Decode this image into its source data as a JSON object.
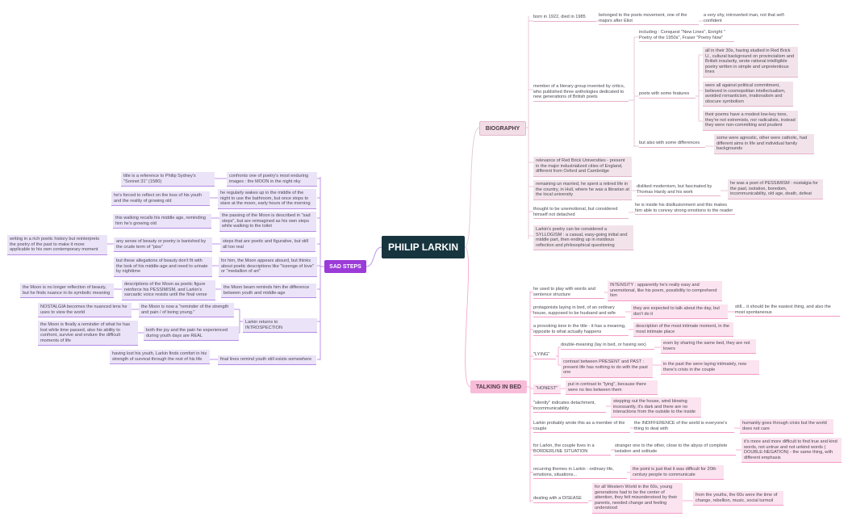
{
  "title": "PHILIP LARKIN",
  "branches": {
    "biography": {
      "label": "BIOGRAPHY",
      "color": "#e7c4d6",
      "nodes": [
        "born in 1922, died in 1985",
        "belonged to the poets movement, one of the majors after Eliot",
        "a very shy, introverted man, not that self-confident",
        "member of a literary group invented by critics, who published three anthologies dedicated to new generations of British poets",
        "including : Conquest \"New Lines\", Enright \" Poetry of the 1950s\", Fraser \"Poetry Now\"",
        "poets with some features",
        "all in their 30s, having studied in Red Brick U., cultural background on provincialism and British insularity, wrote rational intelligible poetry written in simple and unpretentious lines",
        "were all against political commitment, believed in cosmopolitan intellectualism, avoided romanticism, irrationalism and obscure symbolism",
        "their poems have a modest low-key tone, they're not extremists, nor radicalists, instead they were non-committing and prudent",
        "but also with some differences",
        "some were agnostic, other were catholic, had different aims in life and individual family backgrounds",
        "relevance of Red Brick Universities - present in the major industrialized cities of England, different from Oxford and Cambridge",
        "remaining un married, he spent a retired life in the country, in Hull, where he was a librarian at the local university",
        "disliked modernism, but fascinated by Thomas Hardy and his work",
        "he was a poet of PESSIMISM : nostalgia for the past, isolation, boredom, incommunicability, old age, death, defeat",
        "thought to be unemotional, but considered himself not detached",
        "he is inside his disillusionment and this makes him able to convey strong emotions to the reader",
        "Larkin's poetry can be considered a SYLLOGISM : a casual, easy-going initial and middle part, then ending up in insidious reflection and philosophical questioning"
      ]
    },
    "talking_in_bed": {
      "label": "TALKING IN BED",
      "color": "#f7a9cf",
      "nodes": [
        "he used to play with words and sentence structure",
        "INTENSITY : apparently he's really easy and unemotional, like his poem, possibility to comprehend him",
        "protagonists laying in bed, of an ordinary house, supposed to be husband and wife",
        "they are expected to talk about the day, but don't do it",
        "still... it should be the easiest thing, and also the most spontaneous",
        "a provoking tone in the title - it has a meaning, opposite to what actually happens",
        "description of the most intimate moment, in the most intimate place",
        "\"LYING\"",
        "double-meaning (lay in bed, or having sex)",
        "even by sharing the same bed, they are not lovers",
        "contrast between PRESENT and PAST : present life has nothing to do with the past one",
        "in the past the were laying intimately, now there's crisis in the couple",
        "\"HONEST\"",
        "put in contrast to \"lying\", because there were no lies between them",
        "\"silently\" indicates detachment, incommunicability",
        "stepping out the house, wind blowing incessantly, it's dark and there are no interactions from the outside to the inside",
        "Larkin probably wrote this as a member of the couple",
        "the INDIFFERENCE of the world is everyone's thing to deal with",
        "humanity goes through crisis but the world does not care",
        "for Larkin, the couple lives in a BORDERLINE SITUATION",
        "stranger one to the other, close to the abyss of complete isolation and solitude",
        "it's more and more difficult to find true and kind words, not untrue and not unkind words ( DOUBLE-NEGATION) - the same thing, with different emphasis",
        "recurring themes in Larkin : ordinary life, emotions, situations...",
        "the point is just that it was difficult for 20th century people to communicate",
        "dealing with a DISEASE",
        "for all Western World in the 60s, young generations had to be the center of attention, they felt misunderstood by their parents, needed change and feeling understood",
        "from the youths, the 60s were the time of change, rebellion, music, social turmoil"
      ]
    },
    "sad_steps": {
      "label": "SAD STEPS",
      "color": "#9b3bd8",
      "nodes": [
        "title is a reference to Philip Sydney's \"Sonnet 31\" (1580)",
        "confronts one of poetry's most enduring images : the MOON in the night nky",
        "he's forced to reflect on the loss of his youth and the reality of growing old",
        "he regularly wakes up in the middle of the night to use the bathroom, but once stops to stare at the moon, early hours of the morning",
        "this walking recalls his middle age, reminding him he's growing old",
        "the passing of the Moon is described in \"sad steps\", but are reimagined as his own steps while walking to the toilet",
        "writing in a rich poetic history but reinterprets the poetry of the past to make it more applicable to his own contemporary moment",
        "any sense of beauty or poetry is banished by the crude term of \"piss\"",
        "steps that are poetic and figurative, but still all too real",
        "but these allegations of beauty don't fit with the look of his middle-age and need to urinate by nighttime",
        "for him, the Moon appears absurd, but thinks about poetic descriptions like \"lozenge of love\" or \"medallion of art\"",
        "the Moon is no longer reflection of beauty, but he finds nuance in its symbolic meaning",
        "descriptions of the Moon as poetic figure reinforce his PESSIMISM, and Larkin's sarcastic voice resists until the final verse",
        "the Moon beam reminds him the difference between youth and middle-age",
        "NOSTALGIA becomes the nuanced lens he uses to view the world",
        "the Moon is now a \"reminder of the strength and pain / of being young.\"",
        "Larkin returns to INTROSPECTION",
        "the Moon is finally a reminder of what he has lost while time passed, also his ability to confront, survive and endure the difficult moments of life",
        "both the joy and the pain he experienced during youth days are REAL",
        "having lost his youth, Larkin finds comfort in his strength of survival through the rest of his life",
        "final lines remind youth still exists somewhere"
      ]
    }
  }
}
